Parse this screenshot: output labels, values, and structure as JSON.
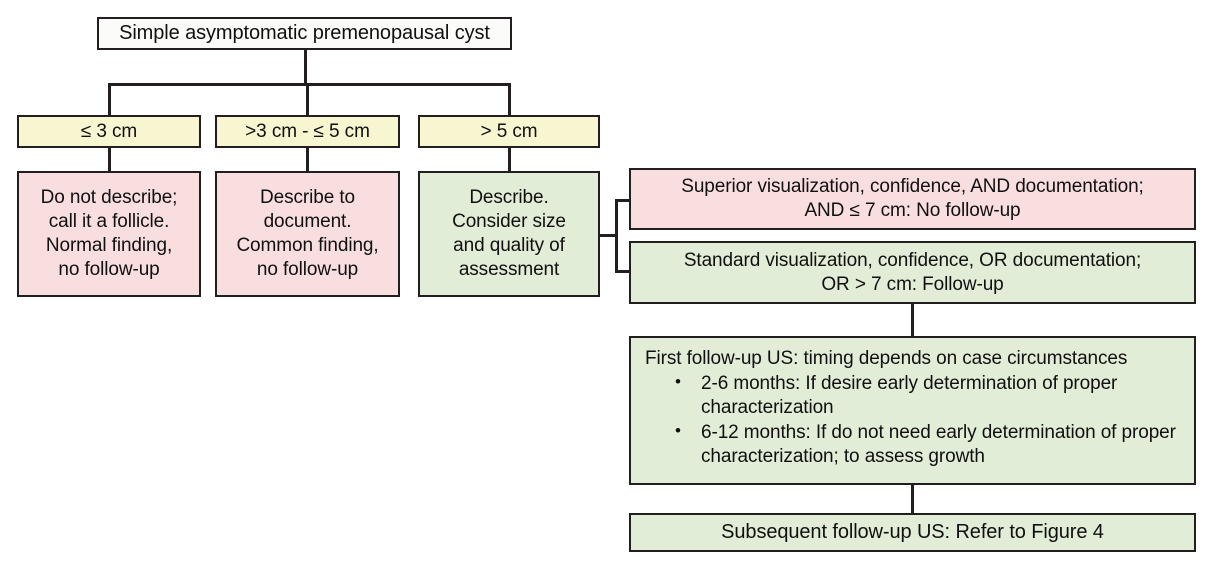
{
  "figure": {
    "title": "Simple asymptomatic premenopausal cyst management flowchart",
    "colors": {
      "white_fill": "#fbfbfa",
      "yellow_fill": "#f8f5d1",
      "pink_fill": "#f9dedf",
      "green_fill": "#e2edd8",
      "border": "#231f20",
      "text": "#101010"
    }
  },
  "root": {
    "label": "Simple asymptomatic premenopausal cyst"
  },
  "size_categories": [
    {
      "label": "≤ 3 cm"
    },
    {
      "label": ">3 cm - ≤ 5 cm"
    },
    {
      "label": "> 5 cm"
    }
  ],
  "recommendations": [
    {
      "line1": "Do not describe;",
      "line2": "call it a follicle.",
      "line3": "Normal finding,",
      "line4": "no follow-up"
    },
    {
      "line1": "Describe to",
      "line2": "document.",
      "line3": "Common finding,",
      "line4": "no follow-up"
    },
    {
      "line1": "Describe.",
      "line2": "Consider size",
      "line3": "and quality of",
      "line4": "assessment"
    }
  ],
  "branches": {
    "superior": {
      "line1": "Superior visualization, confidence, AND documentation;",
      "line2": "AND ≤ 7 cm:  No follow-up"
    },
    "standard": {
      "line1": "Standard visualization, confidence, OR documentation;",
      "line2": "OR > 7 cm:  Follow-up"
    }
  },
  "first_followup": {
    "lead": "First follow-up US: timing depends on case circumstances",
    "bullet_glyph": "•",
    "items": [
      "2-6 months: If desire early determination of proper characterization",
      "6-12 months: If do not need early determination of proper characterization; to assess growth"
    ]
  },
  "subsequent_followup": {
    "label": "Subsequent follow-up US:  Refer to Figure 4"
  }
}
